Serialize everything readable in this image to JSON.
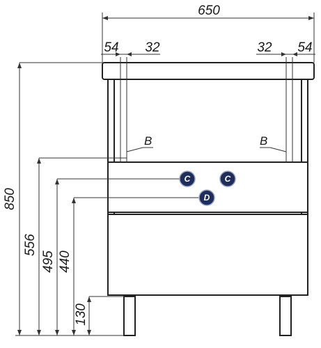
{
  "dimensions": {
    "width_total": "650",
    "top_left_outer": "54",
    "top_left_inner": "32",
    "top_right_inner": "32",
    "top_right_outer": "54",
    "height_total": "850",
    "h_556": "556",
    "h_495": "495",
    "h_440": "440",
    "h_130": "130"
  },
  "labels": {
    "b_left": "B",
    "b_right": "B",
    "c_left": "C",
    "c_right": "C",
    "d_center": "D"
  },
  "colors": {
    "marker_fill": "#1f2d5c",
    "line": "#222222"
  }
}
